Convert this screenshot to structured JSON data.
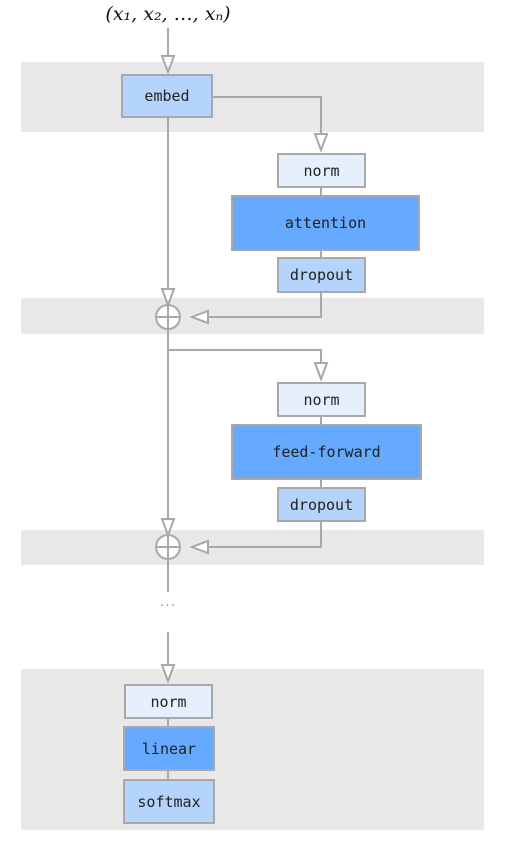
{
  "input": {
    "label": "(x₁, x₂, …, xₙ)"
  },
  "embed": {
    "label": "embed"
  },
  "attention_block": {
    "norm": "norm",
    "core": "attention",
    "dropout": "dropout"
  },
  "ffn_block": {
    "norm": "norm",
    "core": "feed-forward",
    "dropout": "dropout"
  },
  "continuation": "···",
  "output_head": {
    "norm": "norm",
    "linear": "linear",
    "softmax": "softmax"
  },
  "colors": {
    "band": "#e8e8e8",
    "light_box": "#e6f0fc",
    "mid_box": "#b4d4fc",
    "dark_box": "#66aaff",
    "line": "#a8a8a8"
  }
}
